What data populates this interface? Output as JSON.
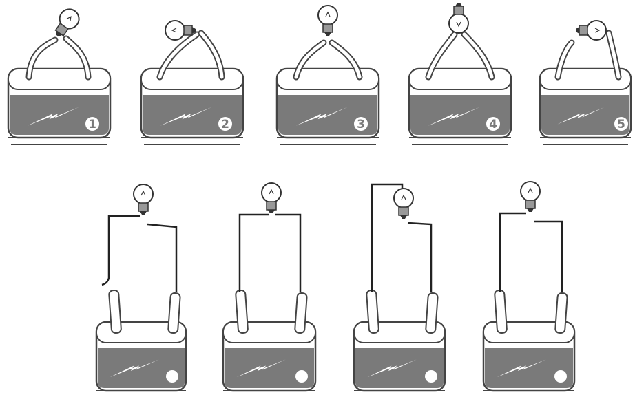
{
  "colors": {
    "battery_fill": "#7a7a7a",
    "battery_outline": "#444444",
    "wire": "#222222",
    "background": "#ffffff",
    "symbol": "#ffffff"
  },
  "top_row": {
    "batteries": [
      {
        "label": "1",
        "icon": "lightning-bolt-icon",
        "bulb": "bulb-icon",
        "connection": "bulb-tilted-right-on-both-leads"
      },
      {
        "label": "2",
        "icon": "lightning-bolt-icon",
        "bulb": "bulb-icon",
        "connection": "bulb-sideways-left-on-both-leads"
      },
      {
        "label": "3",
        "icon": "lightning-bolt-icon",
        "bulb": "bulb-icon",
        "connection": "bulb-upright-base-on-both-leads"
      },
      {
        "label": "4",
        "icon": "lightning-bolt-icon",
        "bulb": "bulb-icon",
        "connection": "bulb-inverted-glass-on-both-leads"
      },
      {
        "label": "5",
        "icon": "lightning-bolt-icon",
        "bulb": "bulb-icon",
        "connection": "bulb-sideways-right-on-one-lead"
      }
    ]
  },
  "bottom_row": {
    "circuits": [
      {
        "icon": "lightning-bolt-icon",
        "bulb": "bulb-icon",
        "connection": "one-wire-unattached"
      },
      {
        "icon": "lightning-bolt-icon",
        "bulb": "bulb-icon",
        "connection": "both-wires-to-bulb-base"
      },
      {
        "icon": "lightning-bolt-icon",
        "bulb": "bulb-icon",
        "connection": "tip-and-side-of-base"
      },
      {
        "icon": "lightning-bolt-icon",
        "bulb": "bulb-icon",
        "connection": "both-wires-to-bulb-side"
      }
    ]
  }
}
